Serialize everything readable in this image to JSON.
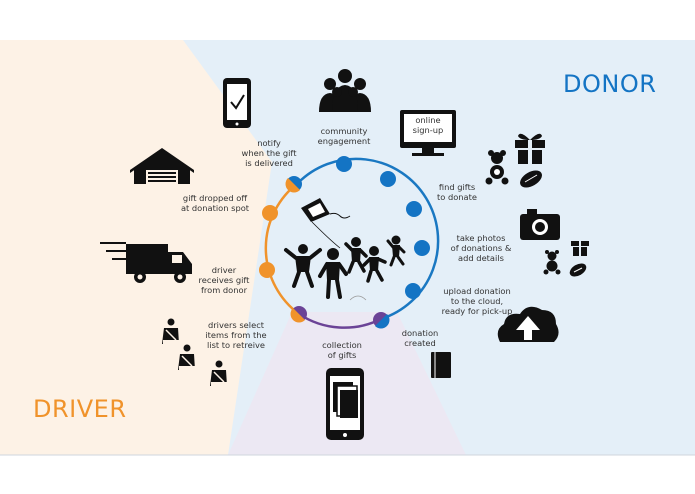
{
  "colors": {
    "donor_bg": "#e4eff8",
    "driver_bg": "#fdf2e6",
    "collection_bg": "#ece8f3",
    "donor_accent": "#1474c4",
    "driver_accent": "#f0932b",
    "collection_accent": "#6b4396",
    "ring": "#1a78c2",
    "icon": "#111111"
  },
  "titles": {
    "donor": "DONOR",
    "driver": "DRIVER"
  },
  "steps": {
    "community": "community\nengagement",
    "signup": "online\nsign-up",
    "find_gifts": "find gifts\nto donate",
    "take_photos": "take photos\nof donations &\nadd details",
    "upload": "upload donation\nto the cloud,\nready for pick-up",
    "donation_created": "donation\ncreated",
    "collection": "collection\nof gifts",
    "drivers_select": "drivers select\nitems from the\nlist to retreive",
    "driver_receives": "driver\nreceives gift\nfrom donor",
    "dropped_off": "gift dropped off\nat donation spot",
    "notify": "notify\nwhen the gift\nis delivered"
  },
  "icons": {
    "phone": "checkmark-phone-icon",
    "people": "people-group-icon",
    "computer": "computer-signup-icon",
    "gift": "gift-box-icon",
    "bear": "teddy-bear-icon",
    "football": "football-icon",
    "camera": "camera-icon",
    "cloud": "cloud-upload-icon",
    "book": "book-icon",
    "gallery": "photo-gallery-phone-icon",
    "drivers": "driver-seat-icon",
    "truck": "delivery-truck-icon",
    "garage": "garage-icon",
    "kids": "children-kite-icon"
  }
}
